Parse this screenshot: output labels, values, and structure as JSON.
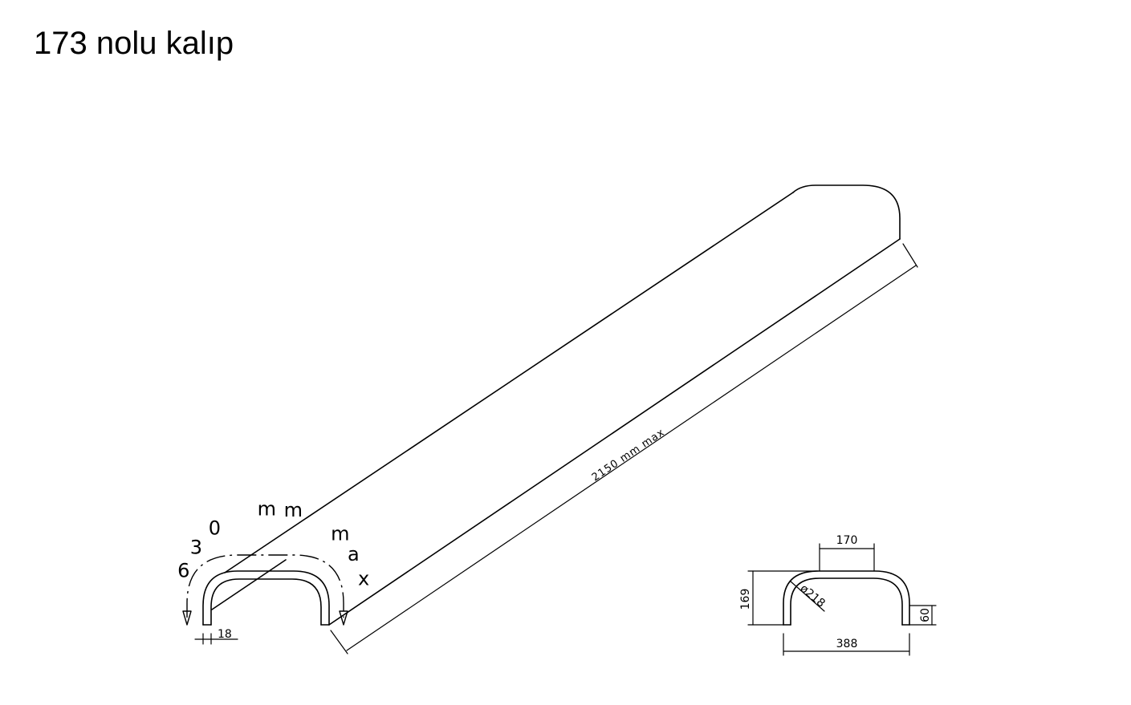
{
  "title": "173 nolu kalıp",
  "main_view": {
    "length_label": "2150 mm max",
    "arc_label": "630 mm max",
    "thickness_label": "18"
  },
  "section_view": {
    "top_width_label": "170",
    "height_label": "169",
    "radius_label": "ø218",
    "leg_label": "60",
    "width_label": "388"
  },
  "colors": {
    "line": "#000000",
    "background": "#ffffff"
  }
}
